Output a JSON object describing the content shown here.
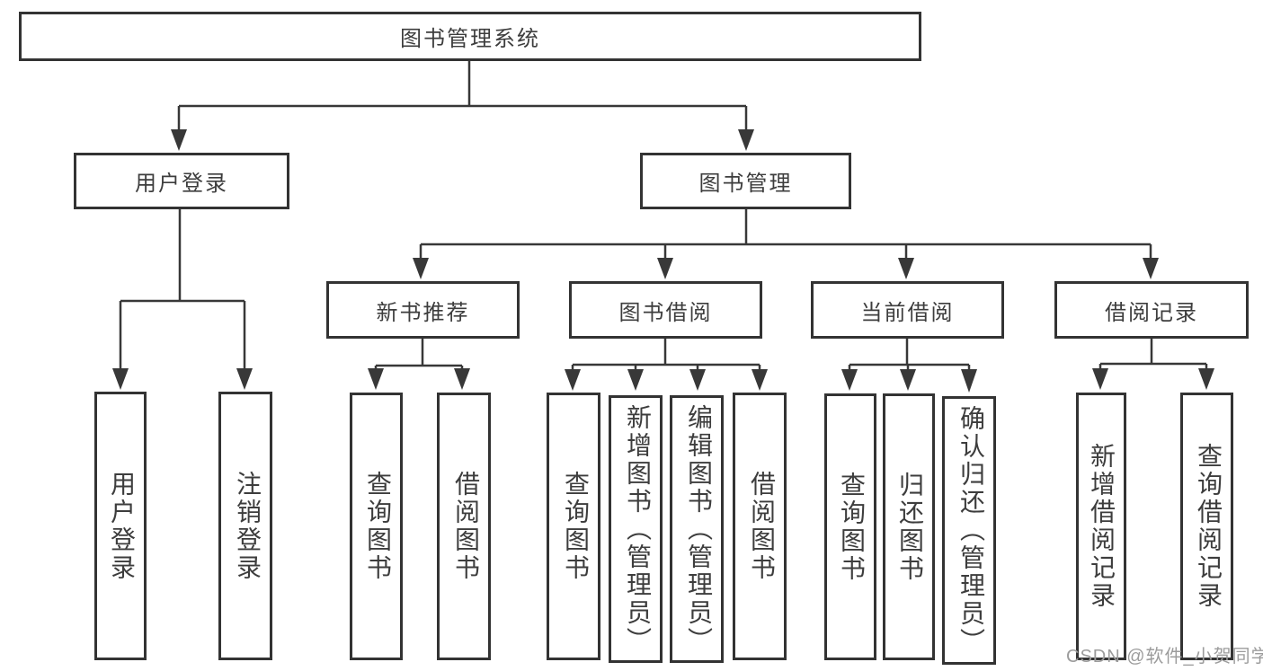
{
  "diagram": {
    "root": {
      "label": "图书管理系统",
      "children": [
        {
          "label": "用户登录",
          "children": [
            {
              "label": "用户登录"
            },
            {
              "label": "注销登录"
            }
          ]
        },
        {
          "label": "图书管理",
          "children": [
            {
              "label": "新书推荐",
              "children": [
                {
                  "label": "查询图书"
                },
                {
                  "label": "借阅图书"
                }
              ]
            },
            {
              "label": "图书借阅",
              "children": [
                {
                  "label": "查询图书"
                },
                {
                  "label": "新增图书（管理员）"
                },
                {
                  "label": "编辑图书（管理员）"
                },
                {
                  "label": "借阅图书"
                }
              ]
            },
            {
              "label": "当前借阅",
              "children": [
                {
                  "label": "查询图书"
                },
                {
                  "label": "归还图书"
                },
                {
                  "label": "确认归还（管理员）"
                }
              ]
            },
            {
              "label": "借阅记录",
              "children": [
                {
                  "label": "新增借阅记录"
                },
                {
                  "label": "查询借阅记录"
                }
              ]
            }
          ]
        }
      ]
    }
  },
  "watermark": {
    "text": "CSDN @软件_小贺同学"
  },
  "colors": {
    "line": "#383838",
    "box_border": "#333333",
    "text": "#3d3d3d",
    "watermark": "#9c9c9c",
    "background": "#ffffff"
  }
}
